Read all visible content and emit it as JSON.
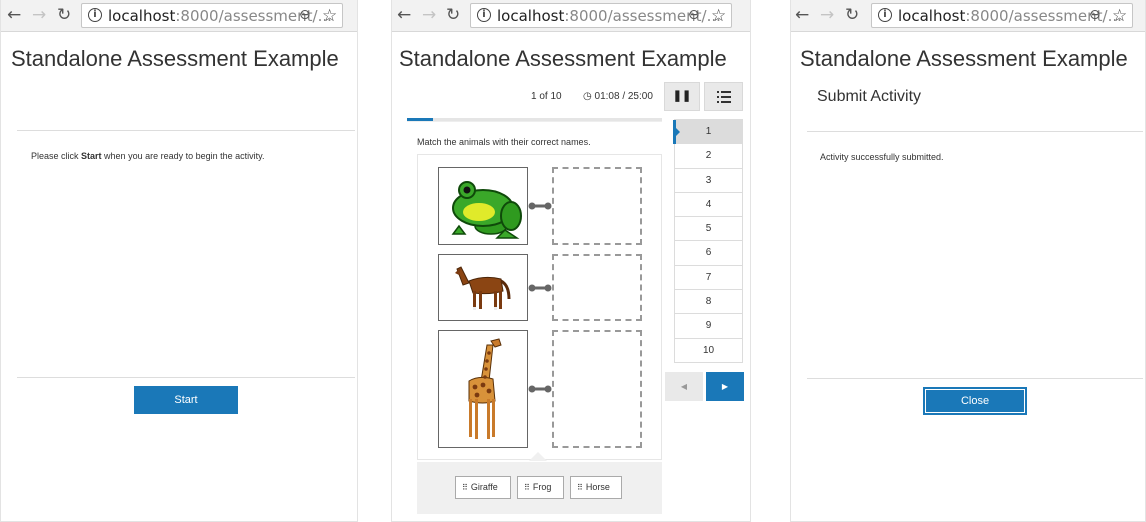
{
  "browser": {
    "url_host": "localhost",
    "url_rest": ":8000/assessment/..."
  },
  "page_title": "Standalone Assessment Example",
  "panel_start": {
    "instruction_before": "Please click ",
    "instruction_bold": "Start",
    "instruction_after": " when you are ready to begin the activity.",
    "start_label": "Start"
  },
  "panel_question": {
    "counter": "1 of 10",
    "timer": "01:08 / 25:00",
    "progress_fraction": 0.1,
    "question_text": "Match the animals with their correct names.",
    "images": [
      "frog",
      "horse",
      "giraffe"
    ],
    "choices": [
      "Giraffe",
      "Frog",
      "Horse"
    ],
    "question_numbers": [
      "1",
      "2",
      "3",
      "4",
      "5",
      "6",
      "7",
      "8",
      "9",
      "10"
    ],
    "active_question": "1",
    "colors": {
      "accent": "#1a78b8",
      "active_item": "#dcdcdc"
    }
  },
  "panel_submit": {
    "subtitle": "Submit Activity",
    "message": "Activity successfully submitted.",
    "close_label": "Close"
  }
}
